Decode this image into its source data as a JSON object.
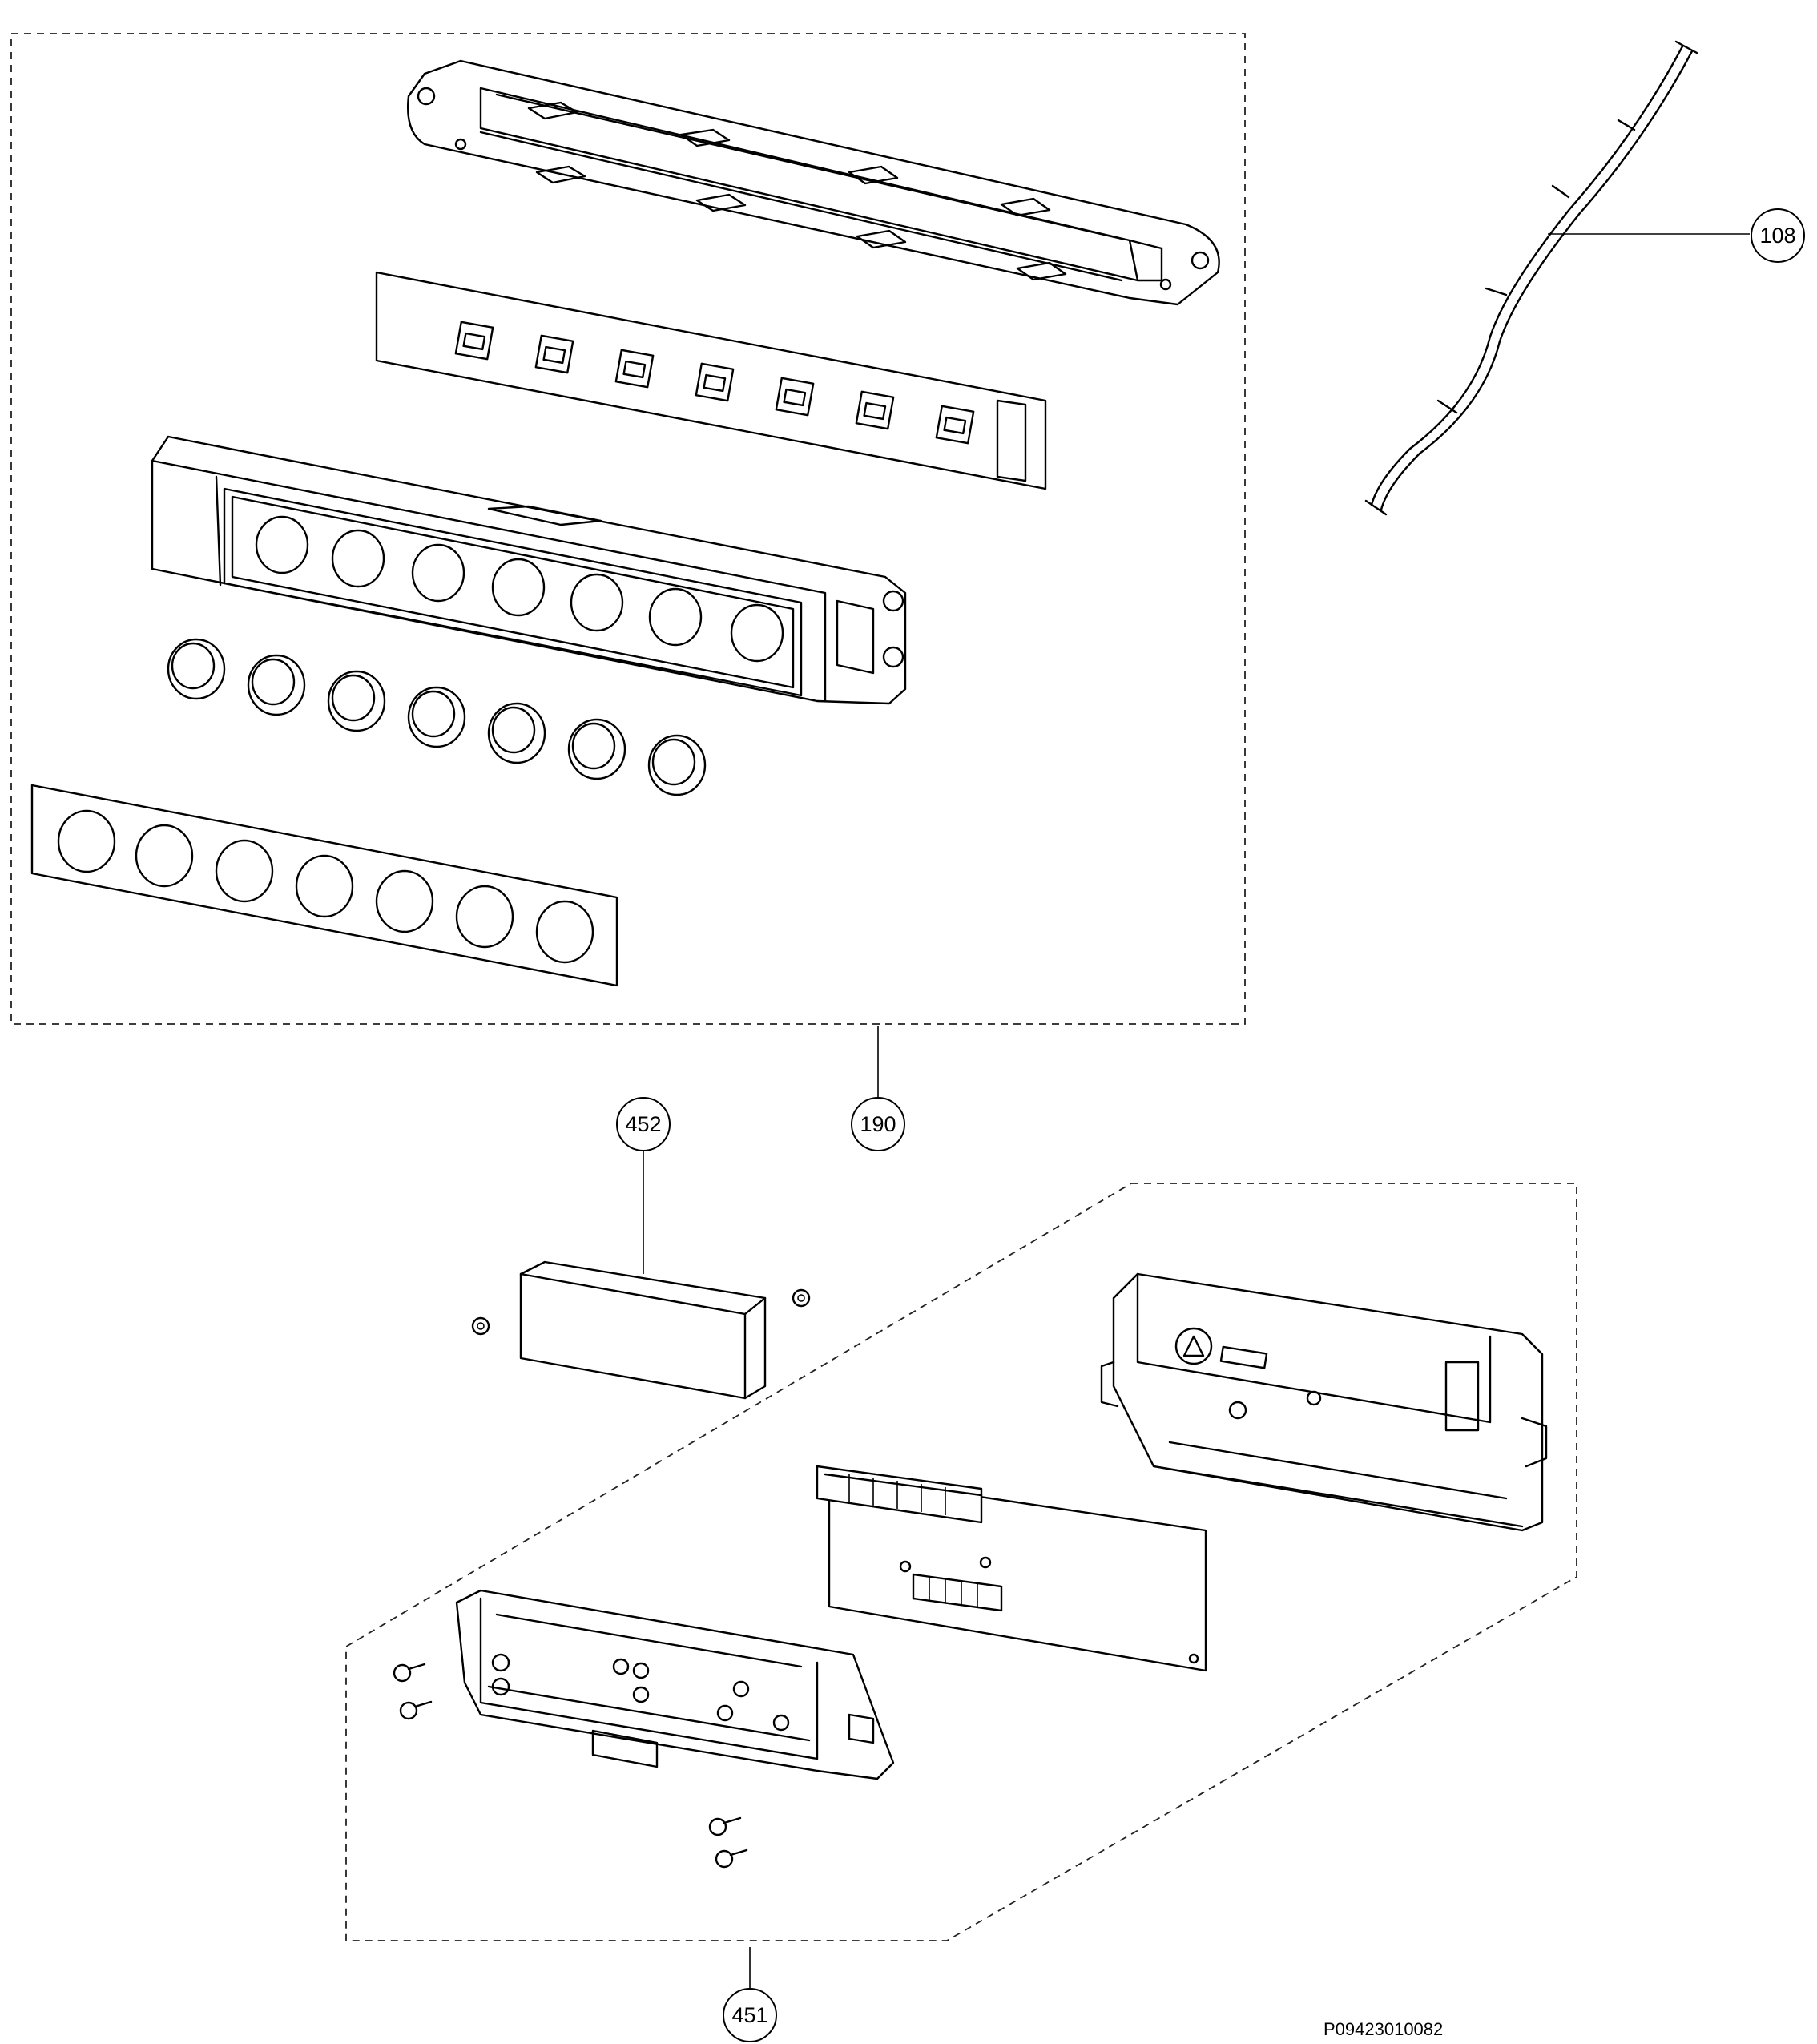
{
  "callouts": [
    {
      "id": "108",
      "label": "108"
    },
    {
      "id": "190",
      "label": "190"
    },
    {
      "id": "452",
      "label": "452"
    },
    {
      "id": "451",
      "label": "451"
    }
  ],
  "document_number": "P09423010082"
}
